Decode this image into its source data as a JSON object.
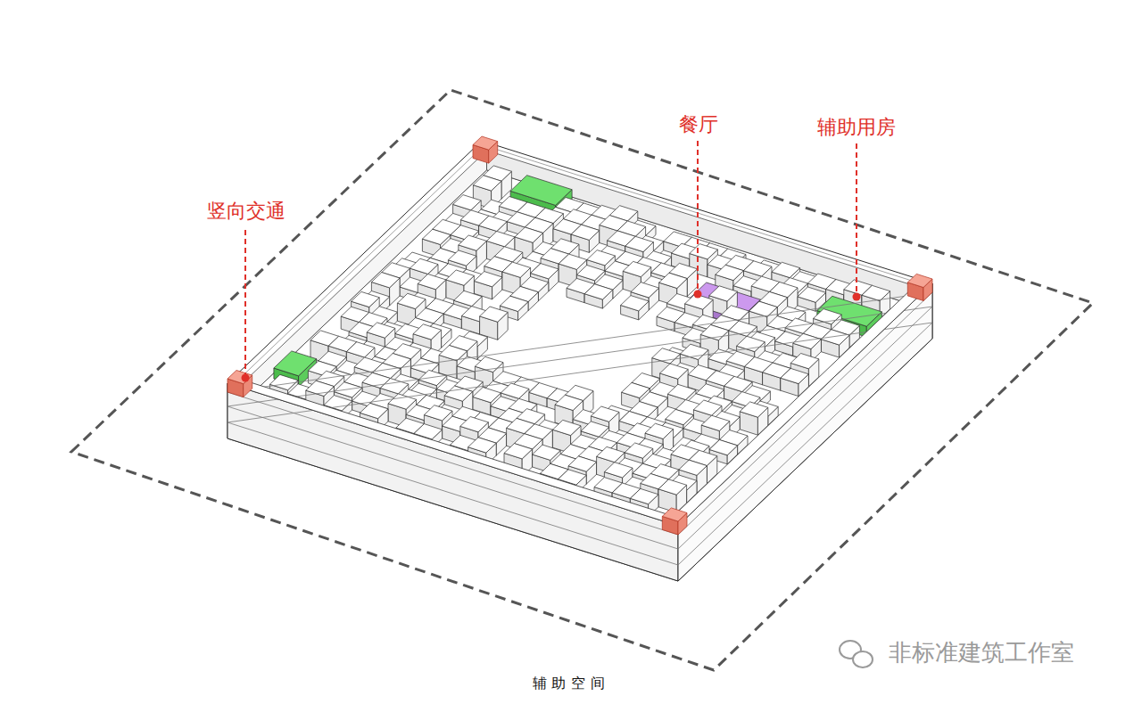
{
  "diagram": {
    "caption": "辅助空间",
    "labels": [
      "竖向交通",
      "餐厅",
      "辅助用房",
      "非标准建筑工作室"
    ]
  }
}
